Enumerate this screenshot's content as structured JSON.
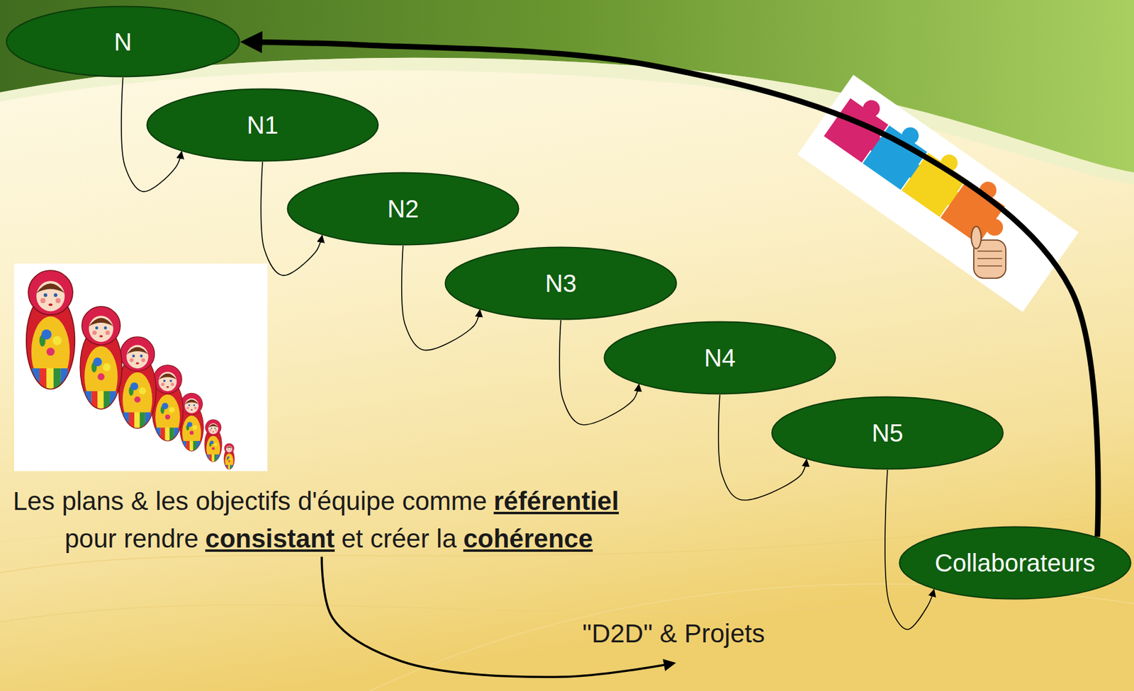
{
  "diagram": {
    "nodes": [
      {
        "text": [
          "N"
        ]
      },
      {
        "text": [
          "N1"
        ]
      },
      {
        "text": [
          "N2"
        ]
      },
      {
        "text": [
          "N3"
        ]
      },
      {
        "text": [
          "N4"
        ]
      },
      {
        "text": [
          "N5"
        ]
      },
      {
        "text": [
          "Collaborateurs"
        ]
      }
    ],
    "edges": [
      {
        "from": 0,
        "to": 1,
        "arrow": "to"
      },
      {
        "from": 1,
        "to": 2,
        "arrow": "to"
      },
      {
        "from": 2,
        "to": 3,
        "arrow": "to"
      },
      {
        "from": 3,
        "to": 4,
        "arrow": "to"
      },
      {
        "from": 4,
        "to": 5,
        "arrow": "to"
      },
      {
        "from": 5,
        "to": 6,
        "arrow": "to"
      },
      {
        "from": 6,
        "to": 0,
        "arrow": "to"
      }
    ],
    "labels": [
      "Les plans & les objectifs d'équipe comme",
      "référentiel",
      "pour rendre",
      "consistant",
      "et créer la",
      "cohérence",
      "\"D2D\" & Projets"
    ]
  }
}
